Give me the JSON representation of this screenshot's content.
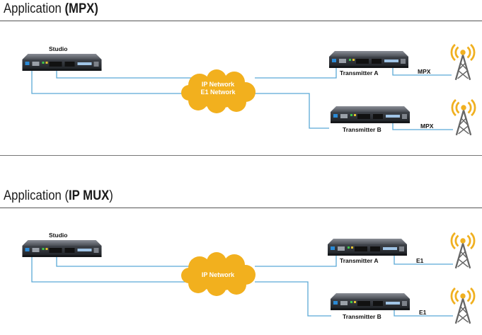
{
  "sections": [
    {
      "title_prefix": "Application ",
      "title_bold": "(MPX)",
      "studio_label": "Studio",
      "cloud_lines": [
        "IP Network",
        "E1 Network"
      ],
      "transmitter_a": "Transmitter A",
      "transmitter_b": "Transmitter B",
      "signal_a": "MPX",
      "signal_b": "MPX"
    },
    {
      "title_prefix": "Application (",
      "title_bold": "IP MUX",
      "title_suffix": ")",
      "studio_label": "Studio",
      "cloud_lines": [
        "IP Network"
      ],
      "transmitter_a": "Transmitter A",
      "transmitter_b": "Transmitter B",
      "signal_a": "E1",
      "signal_b": "E1"
    }
  ],
  "colors": {
    "link_line": "#5aa9d6",
    "cloud": "#f2b01e",
    "cloud_text": "#ffffff",
    "antenna_waves": "#f0b020",
    "tower": "#666666",
    "rack": "#3d4046"
  },
  "icons": {
    "equipment": "rack-unit-icon",
    "network": "cloud-icon",
    "transmit": "antenna-tower-icon"
  }
}
